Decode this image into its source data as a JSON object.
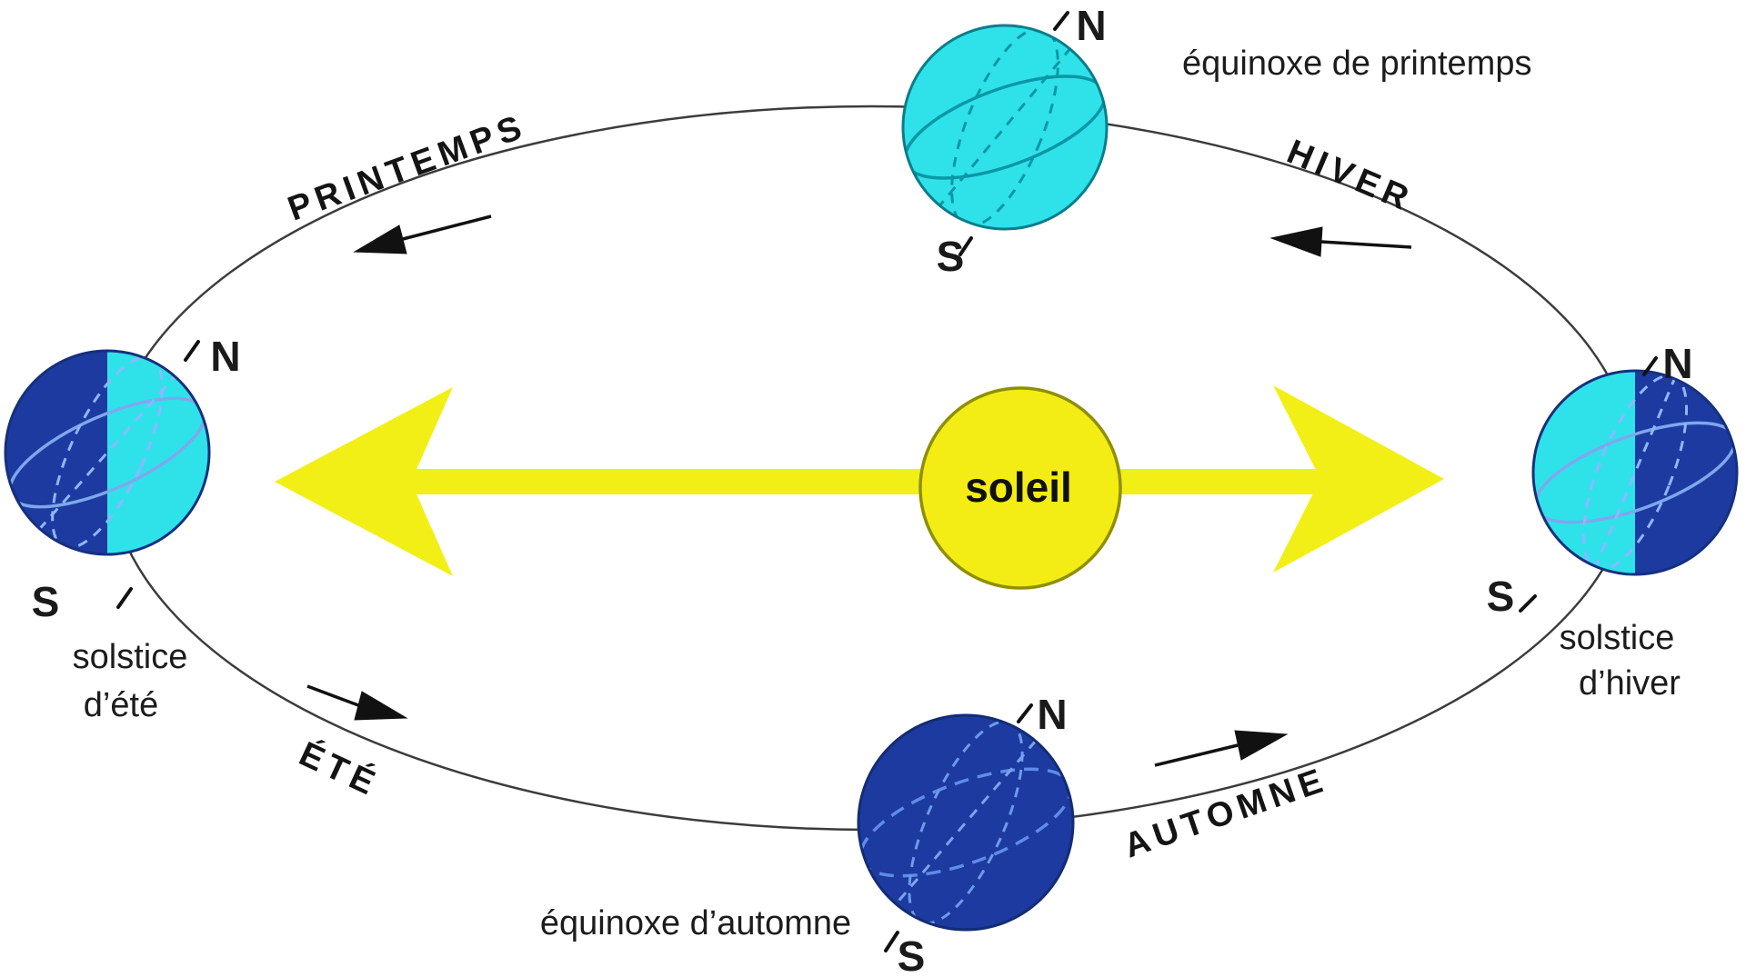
{
  "sun": {
    "label": "soleil"
  },
  "poles": {
    "north": "N",
    "south": "S"
  },
  "seasons": {
    "spring": "PRINTEMPS",
    "winter": "HIVER",
    "summer": "ÉTÉ",
    "autumn": "AUTOMNE"
  },
  "positions": {
    "spring_equinox": "équinoxe de printemps",
    "autumn_equinox": "équinoxe d’automne",
    "summer_solstice_line1": "solstice",
    "summer_solstice_line2": "d’été",
    "winter_solstice_line1": "solstice",
    "winter_solstice_line2": "d’hiver"
  },
  "colors": {
    "day_cyan": "#2fe2ea",
    "night_navy": "#1c3aa0",
    "sun_yellow": "#f3ed15",
    "sun_border": "#8f8f00",
    "ray_yellow": "#f2ef16",
    "orbit_gray": "#3c3c3c"
  }
}
